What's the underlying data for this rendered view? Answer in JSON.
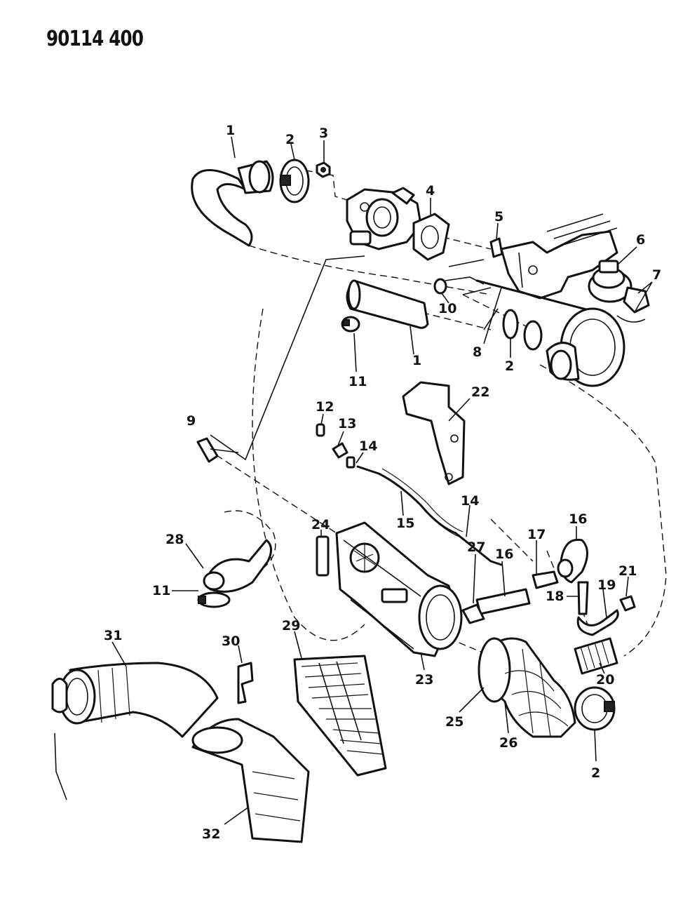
{
  "document": {
    "id": "90114 400"
  },
  "callouts": [
    {
      "label": "1"
    },
    {
      "label": "2"
    },
    {
      "label": "3"
    },
    {
      "label": "4"
    },
    {
      "label": "5"
    },
    {
      "label": "6"
    },
    {
      "label": "7"
    },
    {
      "label": "10"
    },
    {
      "label": "1"
    },
    {
      "label": "8"
    },
    {
      "label": "2"
    },
    {
      "label": "11"
    },
    {
      "label": "22"
    },
    {
      "label": "9"
    },
    {
      "label": "12"
    },
    {
      "label": "13"
    },
    {
      "label": "14"
    },
    {
      "label": "15"
    },
    {
      "label": "14"
    },
    {
      "label": "16"
    },
    {
      "label": "17"
    },
    {
      "label": "28"
    },
    {
      "label": "24"
    },
    {
      "label": "27"
    },
    {
      "label": "16"
    },
    {
      "label": "21"
    },
    {
      "label": "11"
    },
    {
      "label": "18"
    },
    {
      "label": "19"
    },
    {
      "label": "31"
    },
    {
      "label": "30"
    },
    {
      "label": "29"
    },
    {
      "label": "23"
    },
    {
      "label": "20"
    },
    {
      "label": "25"
    },
    {
      "label": "26"
    },
    {
      "label": "2"
    },
    {
      "label": "32"
    }
  ]
}
